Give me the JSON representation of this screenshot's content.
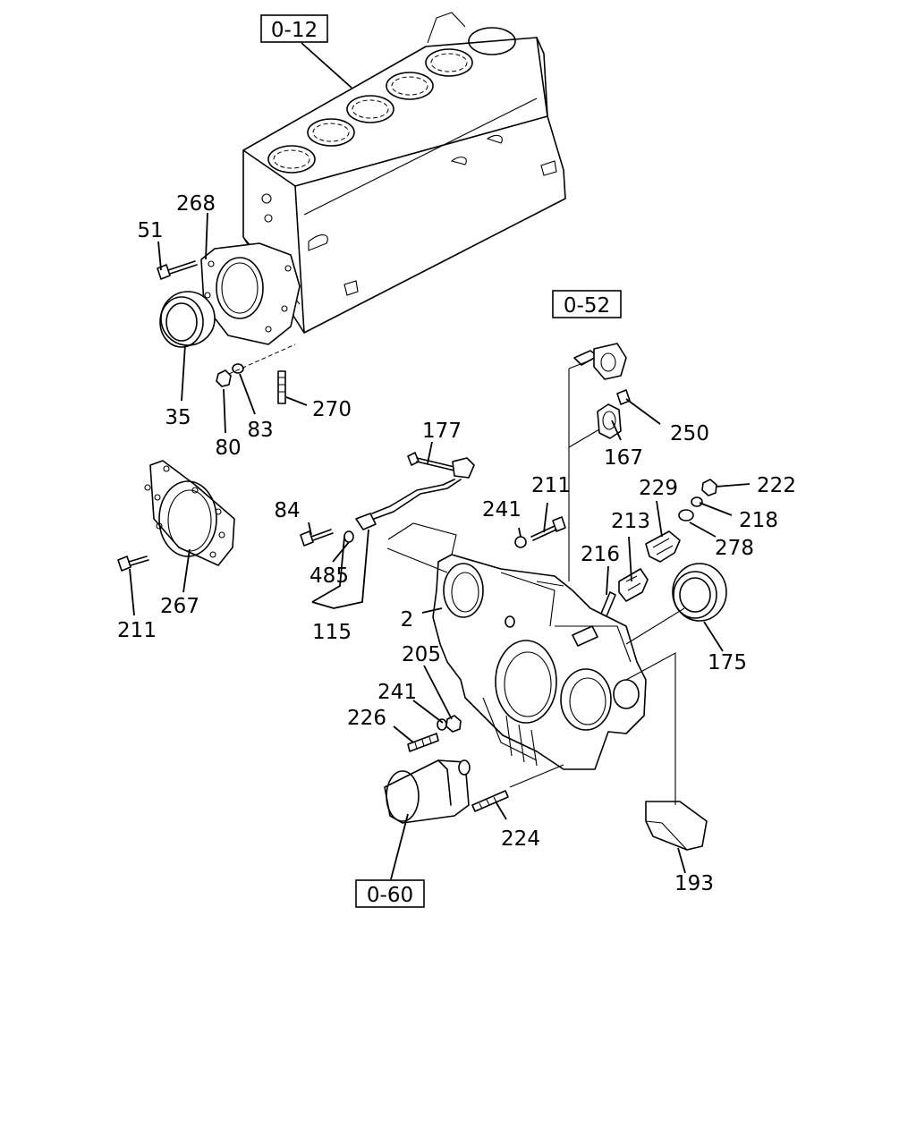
{
  "references": {
    "block": "0-12",
    "water_pump": "0-52",
    "starter": "0-60"
  },
  "callouts": {
    "p268": "268",
    "p51": "51",
    "p35": "35",
    "p80": "80",
    "p83": "83",
    "p270": "270",
    "p267": "267",
    "p211_left": "211",
    "p84": "84",
    "p485": "485",
    "p115": "115",
    "p177": "177",
    "p2": "2",
    "p205": "205",
    "p241_lower": "241",
    "p226": "226",
    "p224": "224",
    "p193": "193",
    "p175": "175",
    "p216": "216",
    "p213": "213",
    "p229": "229",
    "p278": "278",
    "p218": "218",
    "p222": "222",
    "p211_mid": "211",
    "p241_mid": "241",
    "p167": "167",
    "p250": "250"
  }
}
